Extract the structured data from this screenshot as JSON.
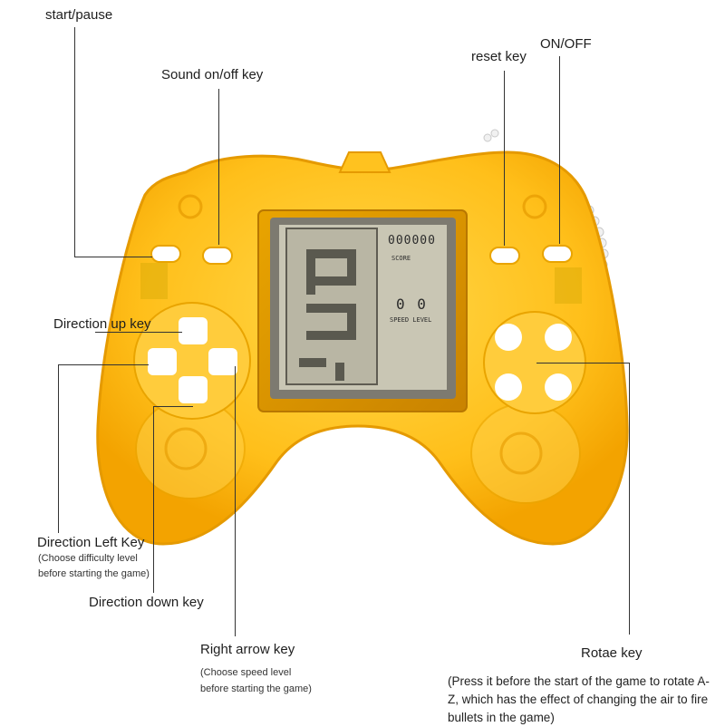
{
  "labels": {
    "start_pause": "start/pause",
    "sound": "Sound on/off key",
    "reset": "reset key",
    "on_off": "ON/OFF",
    "dir_up": "Direction up key",
    "dir_left": "Direction Left Key",
    "dir_left_note_1": "(Choose difficulty level",
    "dir_left_note_2": "before starting the game)",
    "dir_down": "Direction down key",
    "right_arrow": "Right arrow key",
    "right_note_1": "(Choose speed level",
    "right_note_2": "before starting the game)",
    "rotate": "Rotae key",
    "rotate_note": "(Press it before the start of the game to rotate A-Z, which has the effect of changing the air to fire bullets in the game)"
  },
  "screen": {
    "digits": "000000",
    "score_label": "SCORE",
    "level_digits": "0 0",
    "speed_level": "SPEED LEVEL"
  },
  "colors": {
    "body": "#ffc21f",
    "body_edge": "#f5a800",
    "body_light": "#ffe07a",
    "lcd": "#c9c6b4",
    "button": "#ffffff"
  }
}
